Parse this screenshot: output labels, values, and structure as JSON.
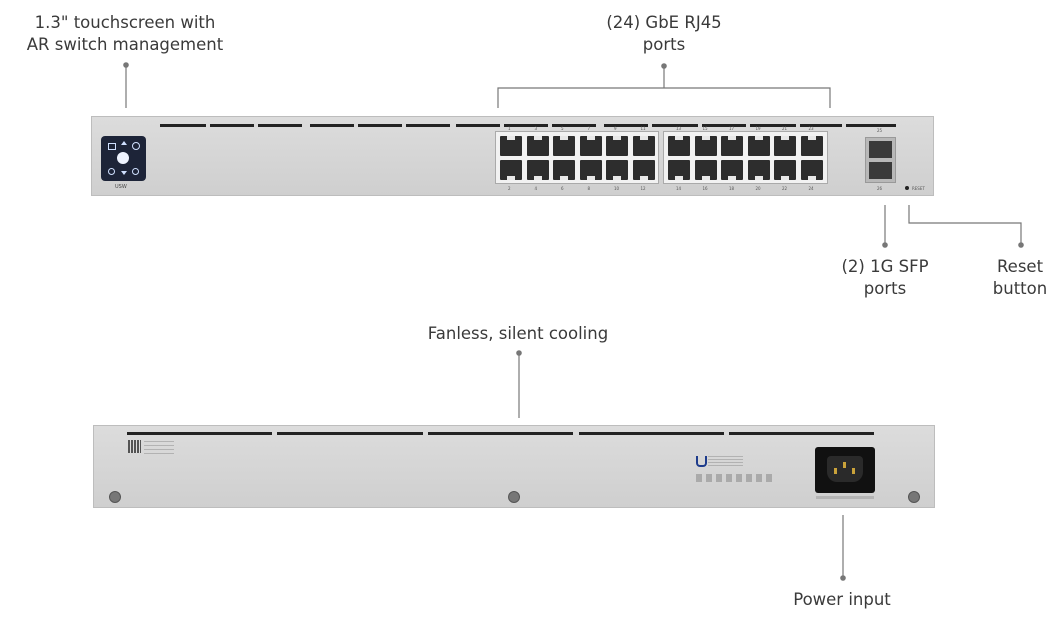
{
  "labels": {
    "touchscreen": [
      "1.3\" touchscreen with",
      "AR switch management"
    ],
    "rj45": [
      "(24) GbE RJ45",
      "ports"
    ],
    "sfp": [
      "(2) 1G SFP",
      "ports"
    ],
    "reset": [
      "Reset",
      "button"
    ],
    "cooling": "Fanless, silent cooling",
    "power": "Power input"
  },
  "device": {
    "model_label": "USW",
    "reset_text": "RESET",
    "top_port_numbers": [
      "1",
      "3",
      "5",
      "7",
      "9",
      "11",
      "13",
      "15",
      "17",
      "19",
      "21",
      "23"
    ],
    "bottom_port_numbers": [
      "2",
      "4",
      "6",
      "8",
      "10",
      "12",
      "14",
      "16",
      "18",
      "20",
      "22",
      "24"
    ],
    "sfp_numbers": [
      "25",
      "26"
    ]
  },
  "colors": {
    "chassis": "#d4d4d4",
    "port": "#2d2d2d",
    "screen": "#1f2a44",
    "line": "#777777"
  }
}
